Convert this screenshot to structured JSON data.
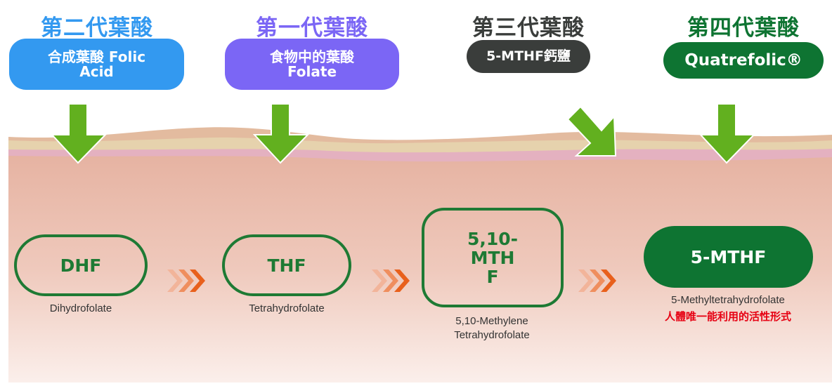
{
  "generations": [
    {
      "title": "第二代葉酸",
      "label_line1": "合成葉酸 Folic",
      "label_line2": "Acid",
      "color": "#3399f0"
    },
    {
      "title": "第一代葉酸",
      "label_line1": "食物中的葉酸",
      "label_line2": "Folate",
      "color": "#7b66f5"
    },
    {
      "title": "第三代葉酸",
      "label": "5-MTHF鈣鹽",
      "color": "#3a3d3b"
    },
    {
      "title": "第四代葉酸",
      "label": "Quatrefolic®",
      "color": "#0e7432"
    }
  ],
  "pathway": [
    {
      "abbr": "DHF",
      "name": "Dihydrofolate"
    },
    {
      "abbr": "THF",
      "name": "Tetrahydrofolate"
    },
    {
      "abbr_lines": [
        "5,10-",
        "MTH",
        "F"
      ],
      "name_line1": "5,10-Methylene",
      "name_line2": "Tetrahydrofolate"
    },
    {
      "abbr": "5-MTHF",
      "name": "5-Methyltetrahydrofolate",
      "note": "人體唯一能利用的活性形式"
    }
  ],
  "colors": {
    "arrow": "#62b01f",
    "node_green": "#1e7a34",
    "chevron": "#e8601c",
    "note_red": "#e60012"
  }
}
